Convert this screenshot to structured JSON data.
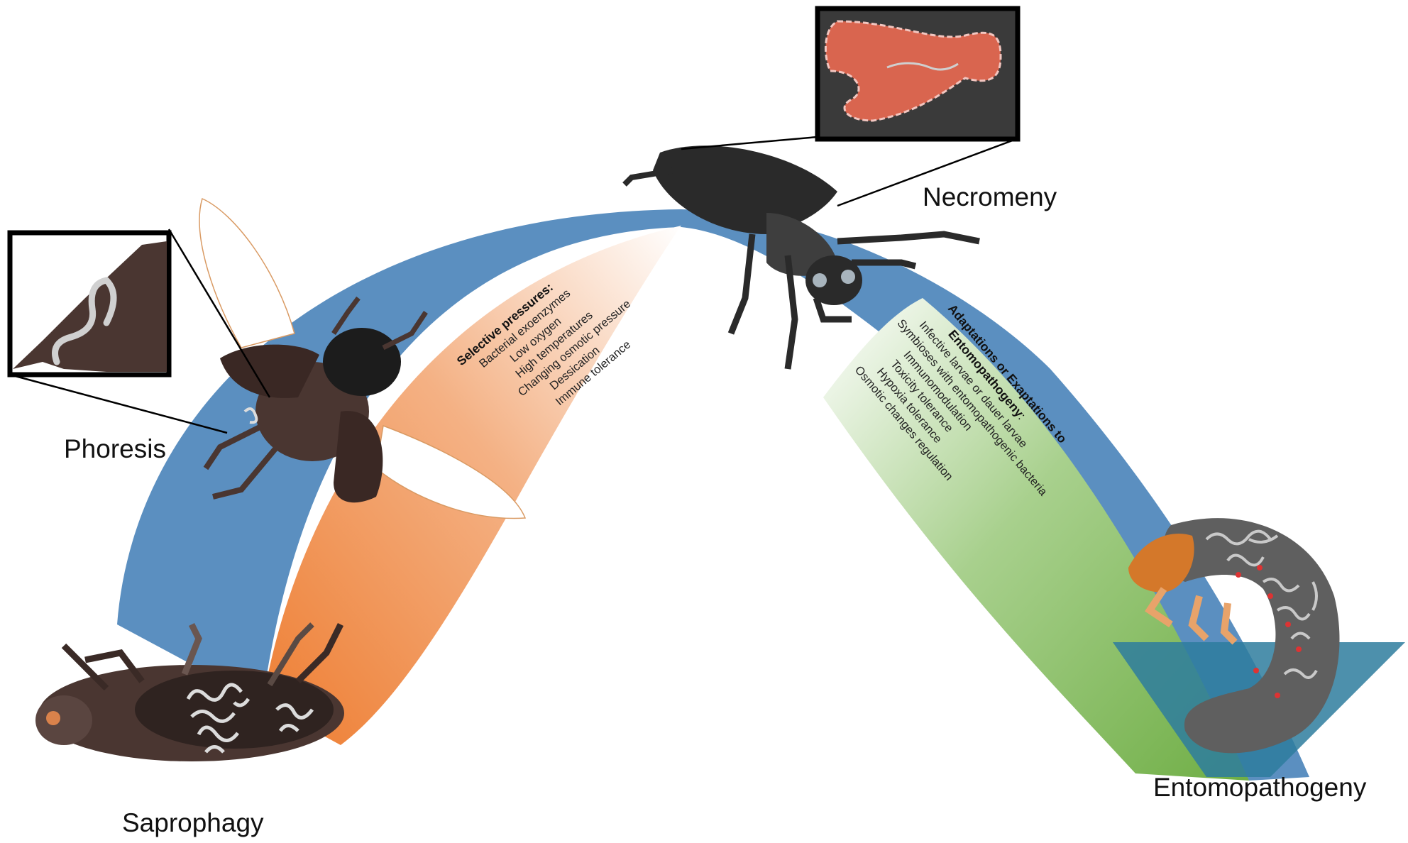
{
  "stages": {
    "saprophagy": "Saprophagy",
    "phoresis": "Phoresis",
    "necromeny": "Necromeny",
    "entomopathogeny": "Entomopathogeny"
  },
  "selective_pressures": {
    "heading": "Selective pressures:",
    "items": [
      "Bacterial exoenzymes",
      "Low oxygen",
      "High temperatures",
      "Changing osmotic pressure",
      "Dessication",
      "Immune tolerance"
    ]
  },
  "adaptations": {
    "heading_line1": "Adaptations or Exaptations to",
    "heading_line2": "Entomopathogeny",
    "heading_line2_suffix": ":",
    "items": [
      "Infective larvae or dauer larvae",
      "Symbioses with entomopathogenic bacteria",
      "Immunomodulation",
      "Toxicity tolerance",
      "Hypoxia tolerance",
      "Osmotic changes regulation"
    ]
  },
  "colors": {
    "arc_blue": "#5b8fc0",
    "pressure_orange": "#ee7d31",
    "adaptation_green": "#6fae45",
    "beetle_dark": "#2b2b2b",
    "beetle_brown": "#3f2a24",
    "nematode_grey": "#c8c8c8",
    "gut_red": "#d9654f",
    "larva_grey": "#5f5f5f"
  }
}
